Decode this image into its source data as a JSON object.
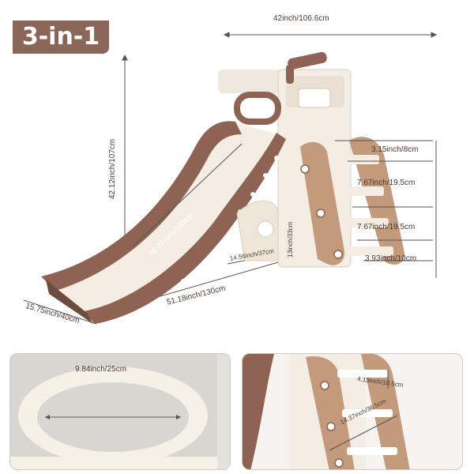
{
  "badge": {
    "label": "3-in-1"
  },
  "dimensions": {
    "width": "42inch/106.6cm",
    "height": "42.12inch/107cm",
    "slide_length": "76.77inch/195cm",
    "base_length": "51.18inch/130cm",
    "base_width": "15.75inch/40cm",
    "platform_depth": "14.56inch/37cm",
    "platform_height": "13inch/33cm",
    "step_1": "3.15inch/8cm",
    "step_2": "7.67inch/19.5cm",
    "step_3": "7.67inch/19.5cm",
    "step_4": "3.93inch/10cm"
  },
  "detail_left": {
    "ring_diameter": "9.84inch/25cm"
  },
  "detail_right": {
    "ladder_step_depth": "4.13inch/10.5cm",
    "ladder_width": "14.37inch/36.5cm"
  },
  "colors": {
    "brown": "#8f6354",
    "tan": "#c49a7c",
    "cream": "#f3ede4",
    "badge": "#8a6658"
  }
}
